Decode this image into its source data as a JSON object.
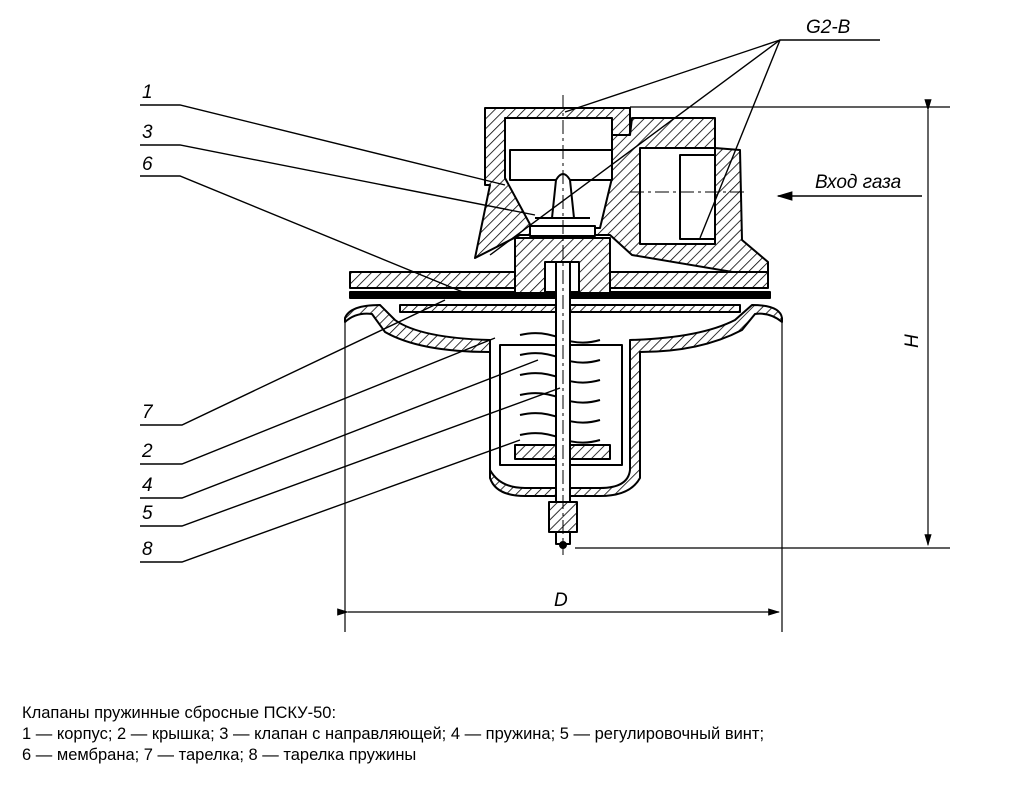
{
  "labels": {
    "n1": "1",
    "n3": "3",
    "n6": "6",
    "n7": "7",
    "n2": "2",
    "n4": "4",
    "n5": "5",
    "n8": "8",
    "thread": "G2-B",
    "gas_inlet": "Вход газа",
    "dim_h": "H",
    "dim_d": "D"
  },
  "caption": {
    "title": "Клапаны пружинные сбросные ПСКУ-50:",
    "line1": "1 — корпус; 2 — крышка; 3 — клапан с направляющей; 4 — пружина; 5 — регулировочный винт;",
    "line2": "6 — мембрана; 7 — тарелка; 8 — тарелка пружины"
  }
}
